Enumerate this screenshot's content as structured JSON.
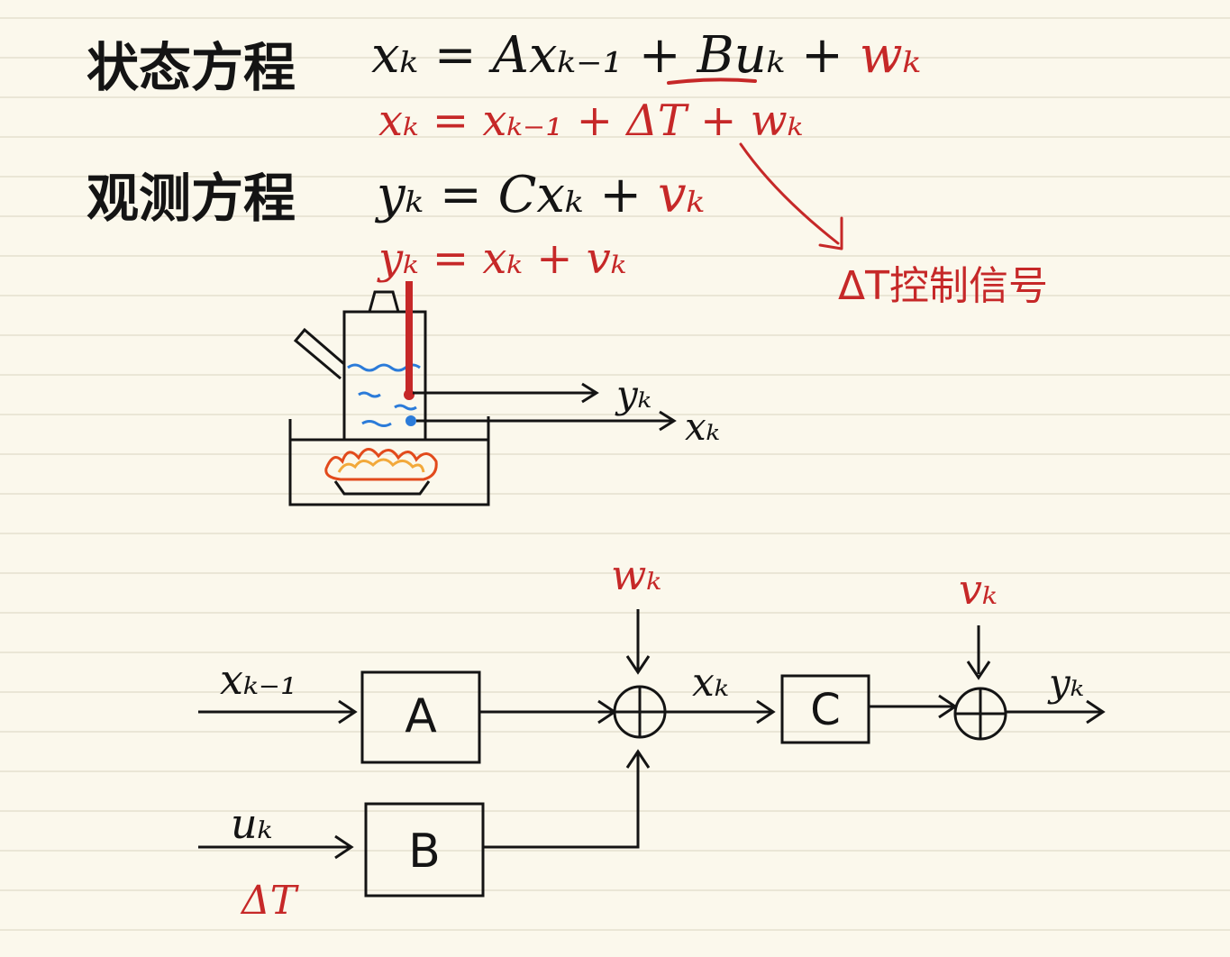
{
  "colors": {
    "ink": "#141414",
    "red": "#c62828",
    "paper": "#fbf8ec",
    "line": "#e4dfcf",
    "water": "#2b7bd9",
    "flame_outer": "#e24a1c",
    "flame_inner": "#f2a93b"
  },
  "labels": {
    "state_eq_title": "状态方程",
    "obs_eq_title": "观测方程",
    "state_eq": "xₖ = Axₖ₋₁ + Buₖ + wₖ",
    "state_eq_example": "xₖ = xₖ₋₁ + ΔT + wₖ",
    "obs_eq": "yₖ = Cxₖ + vₖ",
    "obs_eq_example": "yₖ = xₖ + vₖ",
    "note": "ΔT控制信号"
  },
  "kettle": {
    "measured_label": "yₖ",
    "true_label": "xₖ"
  },
  "block_diagram": {
    "input_prev": "xₖ₋₁",
    "input_control": "uₖ",
    "control_example": "ΔT",
    "block_a": "A",
    "block_b": "B",
    "block_c": "C",
    "process_noise": "wₖ",
    "measurement_noise": "vₖ",
    "state_label": "xₖ",
    "output_label": "yₖ"
  }
}
